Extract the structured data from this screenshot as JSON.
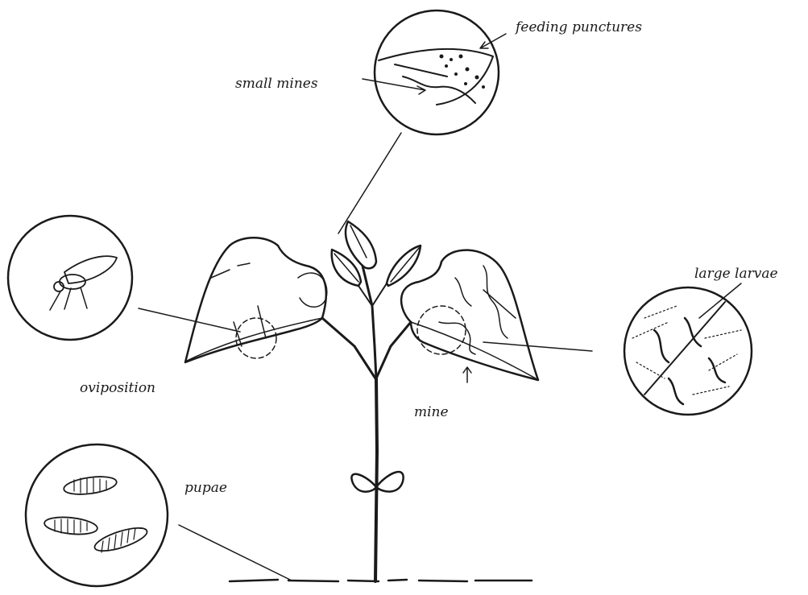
{
  "diagram": {
    "ink_color": "#1a1a1a",
    "background": "#ffffff",
    "labels": {
      "feeding_punctures": "feeding punctures",
      "small_mines": "small mines",
      "oviposition": "oviposition",
      "mine": "mine",
      "large_larvae": "large larvae",
      "pupae": "pupae"
    }
  }
}
